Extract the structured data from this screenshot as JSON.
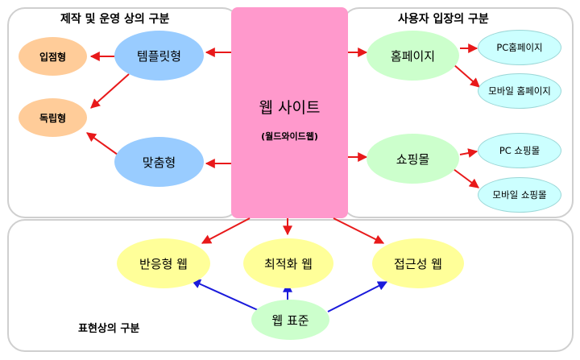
{
  "panels": {
    "production": "제작 및 운영 상의 구분",
    "user": "사용자 입장의 구분",
    "expression": "표현상의 구분"
  },
  "center": {
    "title": "웹 사이트",
    "subtitle": "(월드와이드웹)"
  },
  "production_nodes": {
    "template": "템플릿형",
    "custom": "맞춤형",
    "store": "입점형",
    "standalone": "독립형"
  },
  "user_nodes": {
    "homepage": "홈페이지",
    "pc_homepage": "PC홈페이지",
    "mobile_homepage": "모바일 홈페이지",
    "shopping": "쇼핑몰",
    "pc_shopping": "PC 쇼핑몰",
    "mobile_shopping": "모바일 쇼핑몰"
  },
  "expression_nodes": {
    "responsive": "반응형 웹",
    "optimized": "최적화 웹",
    "accessible": "접근성 웹",
    "standard": "웹 표준"
  },
  "colors": {
    "arrow_red": "#e8191a",
    "arrow_blue": "#1a1adb",
    "center_pink": "#ff99cc"
  }
}
